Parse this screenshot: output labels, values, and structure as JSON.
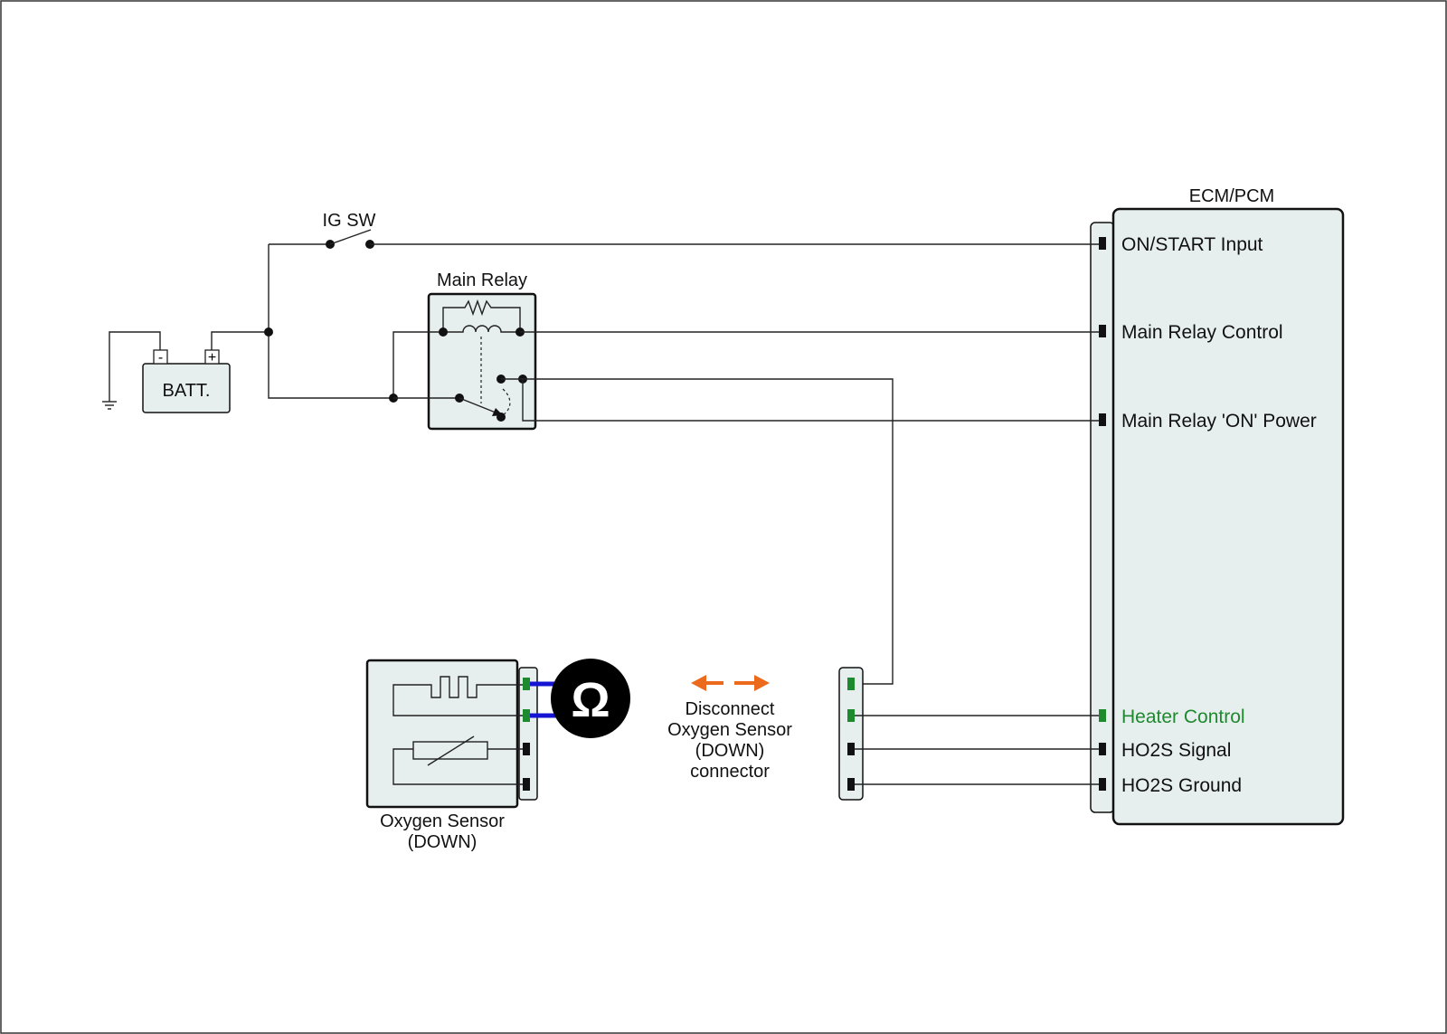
{
  "ecm": {
    "title": "ECM/PCM",
    "pins": {
      "on_start": "ON/START Input",
      "main_relay_control": "Main Relay Control",
      "main_relay_on_power": "Main Relay 'ON' Power",
      "heater_control": "Heater Control",
      "ho2s_signal": "HO2S Signal",
      "ho2s_ground": "HO2S Ground"
    }
  },
  "battery": {
    "label": "BATT.",
    "neg": "-",
    "pos": "+"
  },
  "ig_switch": {
    "label": "IG SW"
  },
  "main_relay": {
    "label": "Main Relay"
  },
  "oxygen_sensor": {
    "line1": "Oxygen Sensor",
    "line2": "(DOWN)"
  },
  "ohmmeter": {
    "symbol": "Ω"
  },
  "instruction": {
    "line1": "Disconnect",
    "line2": "Oxygen Sensor",
    "line3": "(DOWN)",
    "line4": "connector"
  },
  "colors": {
    "heater_control_text": "#1e8a2e",
    "active_pin": "#1e8a2e",
    "meter_lead": "#1414d2",
    "arrow": "#ec6a1c",
    "module_fill": "#e6eeee"
  }
}
